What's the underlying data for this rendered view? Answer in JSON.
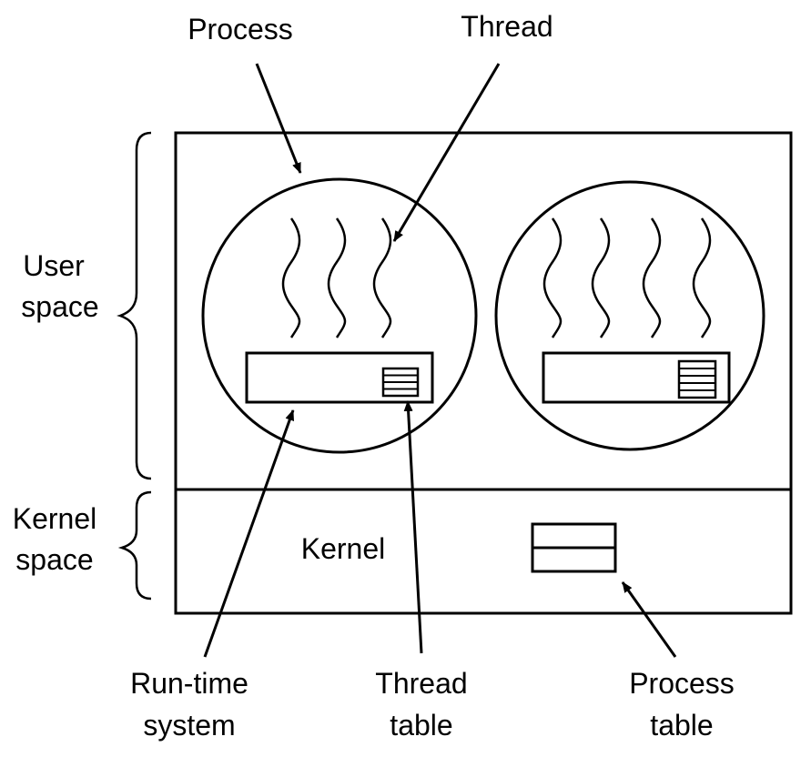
{
  "labels": {
    "process": "Process",
    "thread": "Thread",
    "user_space": [
      "User",
      "space"
    ],
    "kernel_space": [
      "Kernel",
      "space"
    ],
    "kernel": "Kernel",
    "runtime_system": [
      "Run-time",
      "system"
    ],
    "thread_table": [
      "Thread",
      "table"
    ],
    "process_table": [
      "Process",
      "table"
    ]
  },
  "colors": {
    "line": "#000000",
    "background": "#ffffff"
  }
}
